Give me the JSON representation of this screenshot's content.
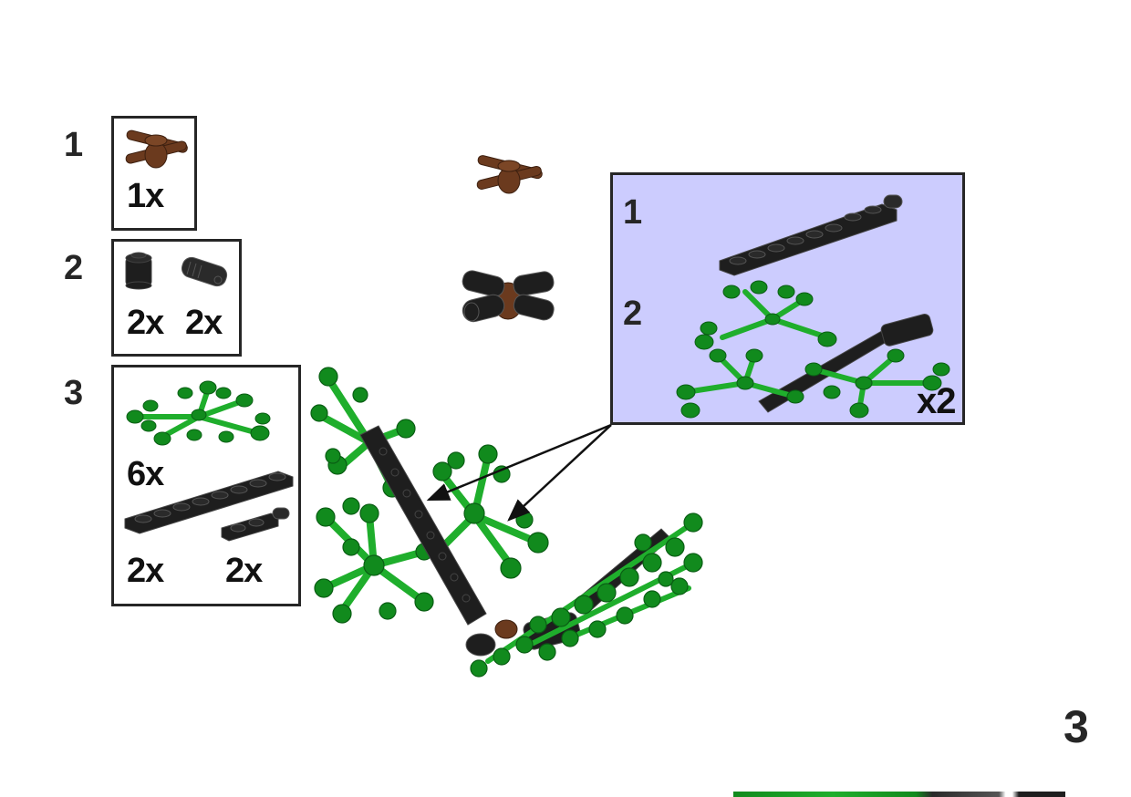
{
  "page": {
    "page_number": "3",
    "background": "#ffffff"
  },
  "parts_list": [
    {
      "step": "1",
      "items": [
        {
          "part": "brown-4-bar-hub",
          "color": "#6b3a1e",
          "quantity": "1x"
        }
      ]
    },
    {
      "step": "2",
      "items": [
        {
          "part": "black-round-brick-1x1",
          "color": "#1e1e1e",
          "quantity": "2x"
        },
        {
          "part": "black-ball-joint-connector",
          "color": "#2a2a2a",
          "quantity": "2x"
        }
      ]
    },
    {
      "step": "3",
      "items": [
        {
          "part": "green-leaf-branch",
          "color": "#118a1d",
          "quantity": "6x"
        },
        {
          "part": "black-plate-1x8",
          "color": "#1e1e1e",
          "quantity": "2x"
        },
        {
          "part": "black-hinge-plate-1x2",
          "color": "#1e1e1e",
          "quantity": "2x"
        }
      ]
    }
  ],
  "callout": {
    "background": "#ccccfe",
    "steps": [
      {
        "number": "1"
      },
      {
        "number": "2"
      }
    ],
    "multiplier": "x2"
  },
  "colors": {
    "brown": "#6b3a1e",
    "black": "#1e1e1e",
    "green": "#118a1d",
    "green_light": "#1fae2c",
    "border": "#262626"
  }
}
